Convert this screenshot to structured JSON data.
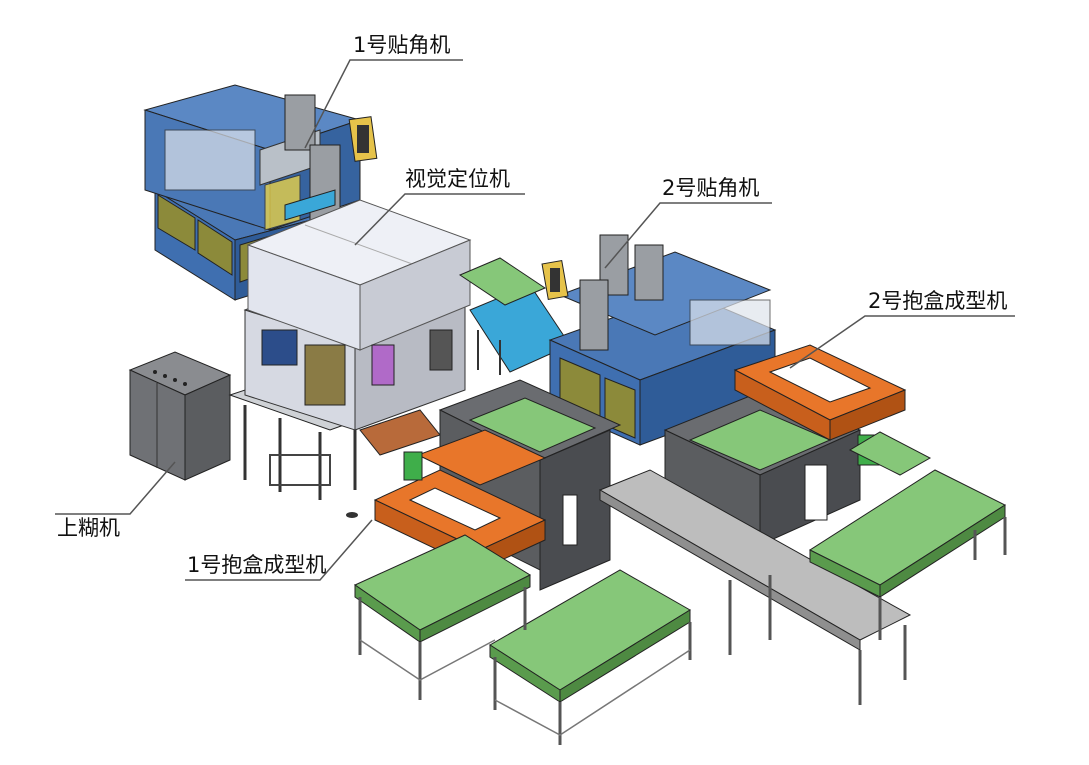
{
  "labels": {
    "corner1": "1号贴角机",
    "vision": "视觉定位机",
    "corner2": "2号贴角机",
    "box2": "2号抱盒成型机",
    "glue": "上糊机",
    "box1": "1号抱盒成型机"
  },
  "colors": {
    "frame_blue": "#3f6fb0",
    "cabinet_olive": "#8c8a3a",
    "conveyor_green": "#86c779",
    "conveyor_blue": "#3aa7d8",
    "forming_orange": "#e8762a",
    "machine_gray": "#5b5d60",
    "panel_light": "#e9ebf2",
    "belt_gray": "#bdbdbd",
    "leader_line": "#555555"
  }
}
